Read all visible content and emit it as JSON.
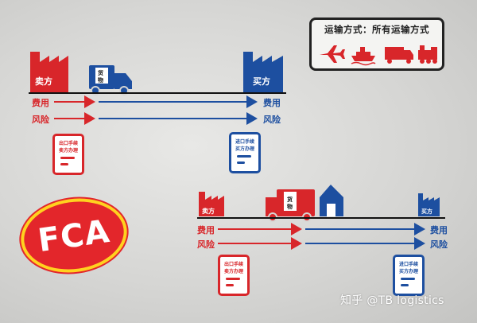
{
  "transport": {
    "title": "运输方式：所有运输方式",
    "icons": [
      "plane-icon",
      "ship-icon",
      "truck-icon",
      "train-icon"
    ]
  },
  "top_row": {
    "seller_label": "卖方",
    "buyer_label": "买方",
    "cargo_label": "货物",
    "cost_label": "费用",
    "risk_label": "风险",
    "cost_label_right": "费用",
    "risk_label_right": "风险",
    "export_doc": {
      "line1": "出口手续",
      "line2": "卖方办理"
    },
    "import_doc": {
      "line1": "进口手续",
      "line2": "买方办理"
    }
  },
  "bottom_row": {
    "seller_label": "卖方",
    "buyer_label": "买方",
    "cargo_label": "货物",
    "cost_label": "费用",
    "risk_label": "风险",
    "cost_label_right": "费用",
    "risk_label_right": "风险",
    "export_doc": {
      "line1": "出口手续",
      "line2": "卖方办理"
    },
    "import_doc": {
      "line1": "进口手续",
      "line2": "买方办理"
    }
  },
  "badge": {
    "text": "FCA"
  },
  "watermark": "知乎 @TB logistics",
  "colors": {
    "seller_red": "#d8262a",
    "buyer_blue": "#1d4fa0",
    "badge_yellow": "#ffd21f"
  }
}
